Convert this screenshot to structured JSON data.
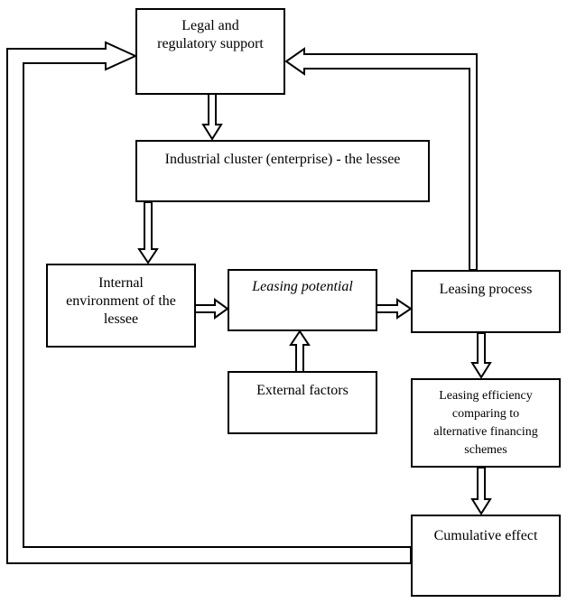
{
  "nodes": {
    "legal": "Legal and\nregulatory support",
    "cluster": "Industrial cluster (enterprise) - the lessee",
    "internal": "Internal\nenvironment of the\nlessee",
    "potential": "Leasing potential",
    "process": "Leasing process",
    "external": "External factors",
    "efficiency": "Leasing efficiency\ncomparing to\nalternative financing\nschemes",
    "cumulative": "Cumulative effect"
  },
  "edges": [
    {
      "from": "legal",
      "to": "cluster"
    },
    {
      "from": "cluster",
      "to": "internal"
    },
    {
      "from": "internal",
      "to": "potential"
    },
    {
      "from": "external",
      "to": "potential"
    },
    {
      "from": "potential",
      "to": "process"
    },
    {
      "from": "process",
      "to": "efficiency"
    },
    {
      "from": "efficiency",
      "to": "cumulative"
    },
    {
      "from": "process",
      "to": "legal"
    },
    {
      "from": "cumulative",
      "to": "legal"
    }
  ]
}
